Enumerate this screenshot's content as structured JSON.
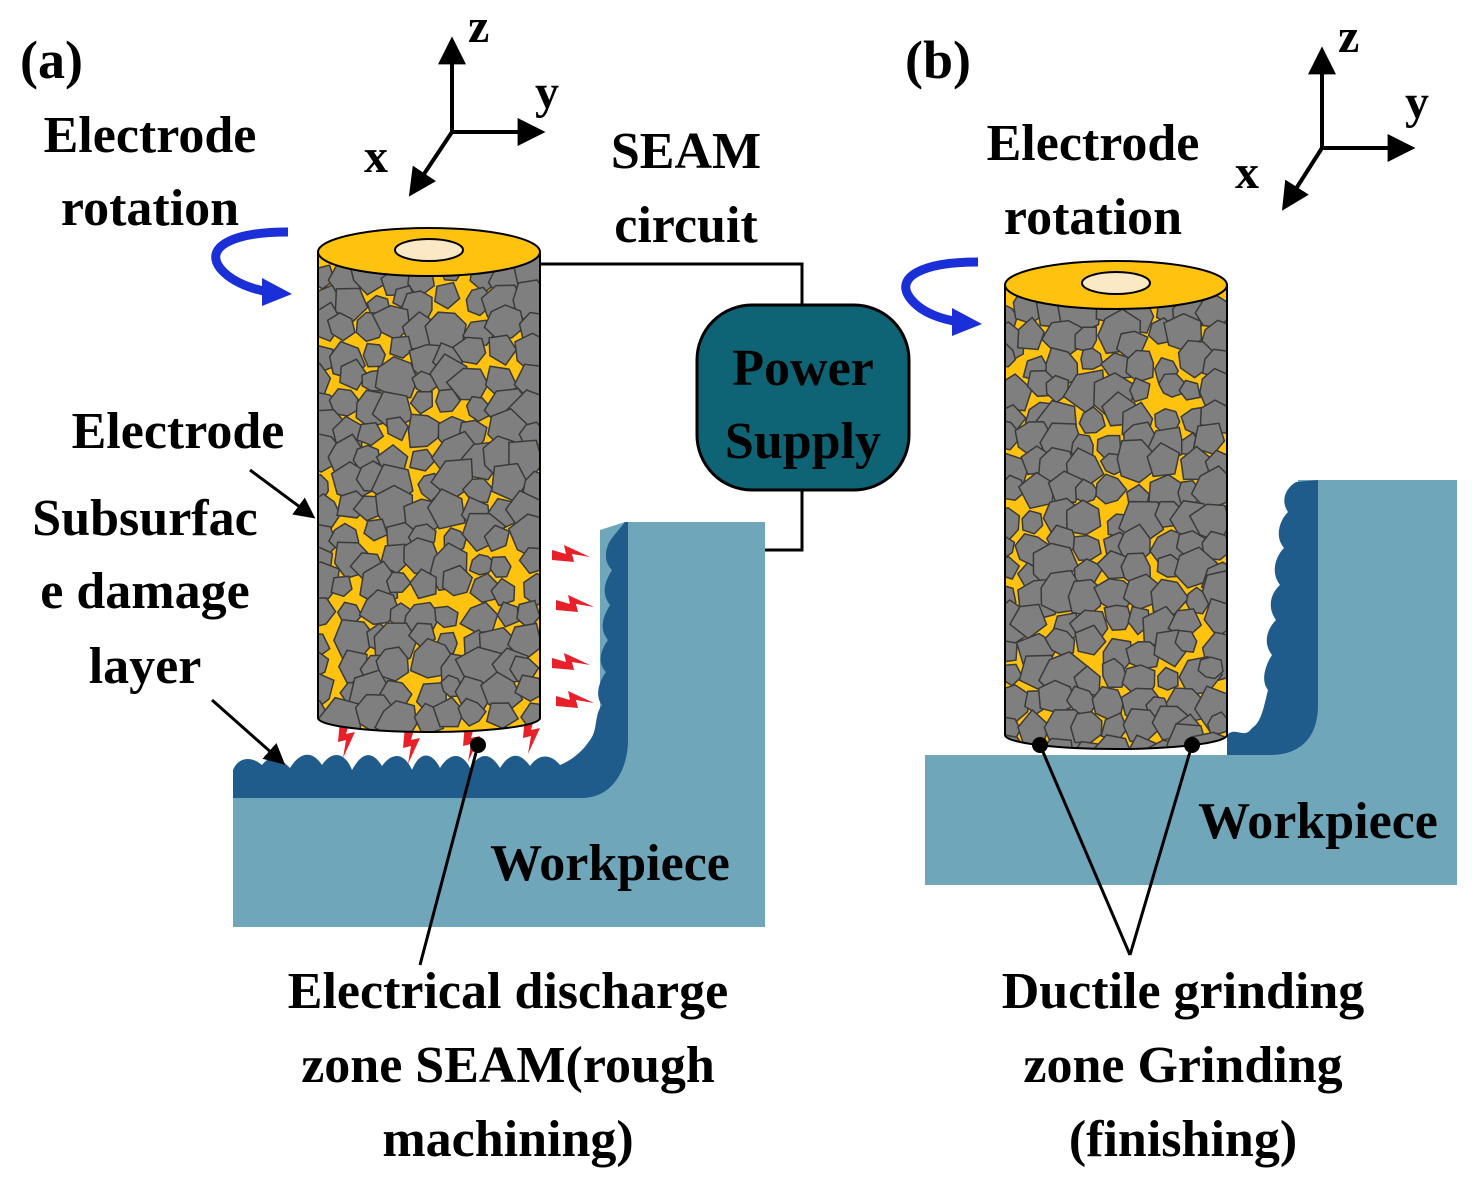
{
  "panel_a": {
    "tag": "(a)",
    "axes": {
      "z": "z",
      "y": "y",
      "x": "x"
    },
    "rotation_label": [
      "Electrode",
      "rotation"
    ],
    "circuit_label": [
      "SEAM",
      "circuit"
    ],
    "power_supply_label": [
      "Power",
      "Supply"
    ],
    "electrode_label": "Electrode",
    "damage_label": [
      "Subsurfac",
      "e damage",
      "layer"
    ],
    "workpiece_label": "Workpiece",
    "zone_label": [
      "Electrical discharge",
      "zone SEAM(rough",
      "machining)"
    ]
  },
  "panel_b": {
    "tag": "(b)",
    "axes": {
      "z": "z",
      "y": "y",
      "x": "x"
    },
    "rotation_label": [
      "Electrode",
      "rotation"
    ],
    "workpiece_label": "Workpiece",
    "zone_label": [
      "Ductile grinding",
      "zone Grinding",
      "(finishing)"
    ]
  },
  "colors": {
    "electrode_gold": "#FFC20E",
    "grit_gray": "#7F7F7F",
    "workpiece": "#6FA6BA",
    "damage_layer": "#1F5C8C",
    "power_supply": "#0E6475",
    "rotation_arrow": "#1A2FD8",
    "spark": "#E8202A"
  }
}
